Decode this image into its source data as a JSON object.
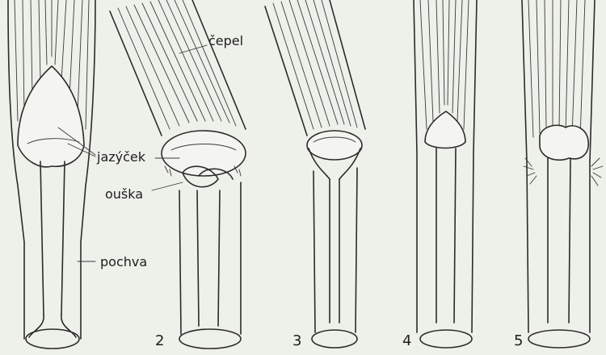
{
  "labels": {
    "blade": "čepel",
    "ligule": "jazýček",
    "auricles": "ouška",
    "sheath": "pochva"
  },
  "figure_numbers": [
    "2",
    "3",
    "4",
    "5"
  ]
}
